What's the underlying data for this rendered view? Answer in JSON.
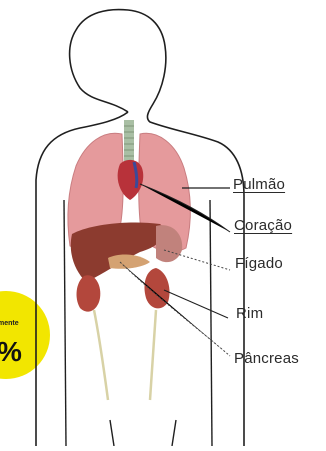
{
  "labels": {
    "pulmao": "Pulmão",
    "coracao": "Coração",
    "figado": "Fígado",
    "rim": "Rim",
    "pancreas": "Pâncreas"
  },
  "badge": {
    "small_text": "mente",
    "big_text": "%",
    "color": "#f2e600"
  },
  "colors": {
    "lung": "#e59a9c",
    "heart": "#b8323a",
    "liver": "#8c3b2f",
    "kidney": "#b3473c",
    "pancreas": "#d4a272",
    "trachea": "#a9bfa4"
  }
}
